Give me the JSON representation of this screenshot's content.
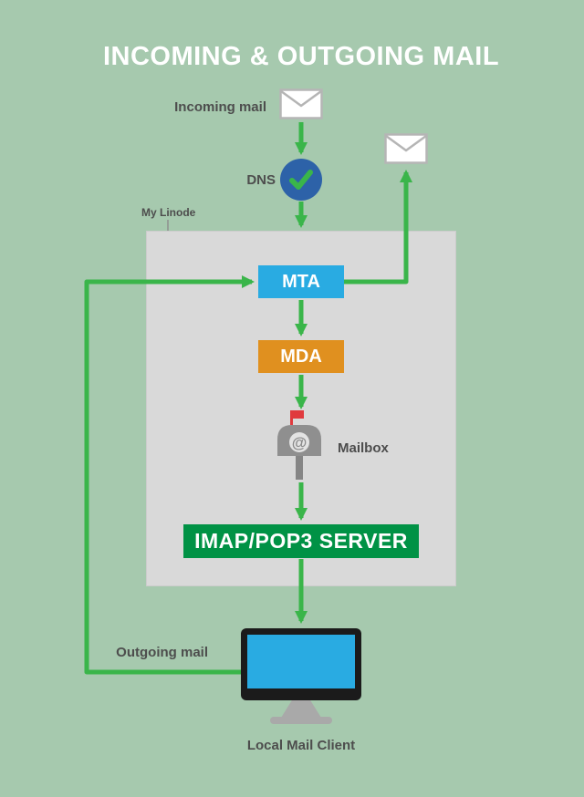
{
  "title": "INCOMING & OUTGOING MAIL",
  "labels": {
    "incoming_mail": "Incoming mail",
    "dns": "DNS",
    "my_linode": "My Linode",
    "mailbox": "Mailbox",
    "outgoing_mail": "Outgoing mail",
    "local_mail_client": "Local Mail Client"
  },
  "nodes": {
    "mta": "MTA",
    "mda": "MDA",
    "imap_pop3_server": "IMAP/POP3 SERVER"
  },
  "icons": {
    "incoming_envelope": "envelope-icon",
    "outgoing_envelope": "envelope-icon",
    "dns_check": "check-circle-icon",
    "mailbox": "mailbox-icon",
    "local_mail_client": "desktop-monitor-icon"
  },
  "connections": [
    {
      "from": "Incoming mail envelope",
      "to": "DNS"
    },
    {
      "from": "DNS",
      "to": "MTA"
    },
    {
      "from": "MTA",
      "to": "MDA"
    },
    {
      "from": "MDA",
      "to": "Mailbox"
    },
    {
      "from": "Mailbox",
      "to": "IMAP/POP3 SERVER"
    },
    {
      "from": "IMAP/POP3 SERVER",
      "to": "Local Mail Client"
    },
    {
      "from": "MTA",
      "to": "Outgoing mail envelope"
    },
    {
      "from": "Local Mail Client",
      "to": "MTA",
      "label": "Outgoing mail"
    }
  ],
  "colors": {
    "background": "#a6c9ae",
    "arrow_green": "#3ab54a",
    "mta_blue": "#29abe2",
    "mda_orange": "#e0901f",
    "server_green": "#009245",
    "dns_circle_blue": "#2d62a8",
    "linode_box_gray": "#d9d9d9",
    "label_gray": "#4d4d4d",
    "screen_blue": "#29abe2",
    "flag_red": "#e03a3e"
  }
}
